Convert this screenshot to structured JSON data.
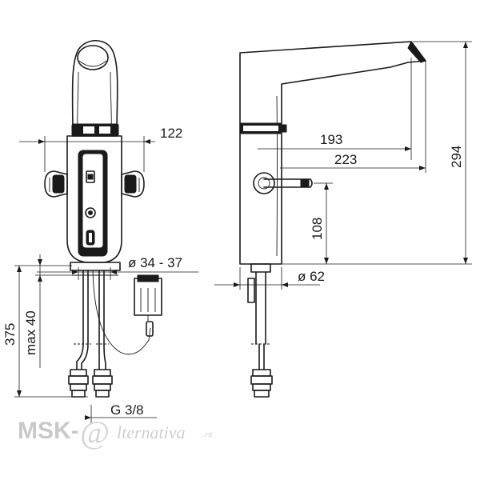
{
  "dimensions": {
    "width_122": "122",
    "diameter_34_37": "ø 34 - 37",
    "height_375": "375",
    "max_40": "max 40",
    "thread_g38": "G 3/8",
    "reach_193": "193",
    "reach_223": "223",
    "height_294": "294",
    "height_108": "108",
    "diameter_62": "ø 62"
  },
  "watermark": {
    "brand": "MSK-",
    "at_sign": "@",
    "script": "lternativa",
    "suffix": ".ru"
  }
}
